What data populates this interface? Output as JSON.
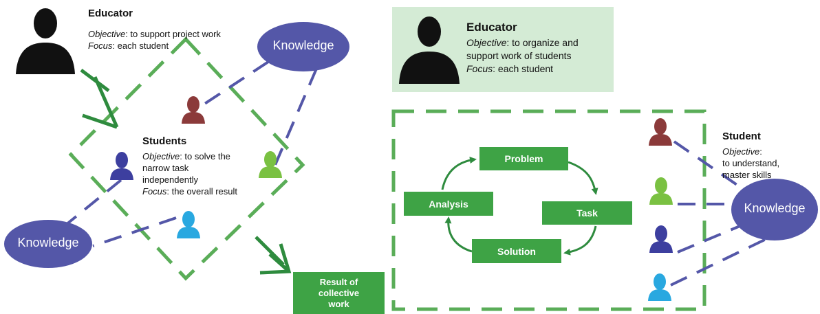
{
  "colors": {
    "green": "#3ea345",
    "dashed_green": "#5aad58",
    "purple": "#5457a8",
    "panel": "#d4ebd5"
  },
  "left": {
    "educator": {
      "title": "Educator",
      "objective_key": "Objective",
      "objective_val": ": to support project work",
      "focus_key": "Focus",
      "focus_val": ": each student"
    },
    "students": {
      "title": "Students",
      "objective_key": "Objective",
      "line1": ": to solve the",
      "line2": "narrow task",
      "line3": "independently",
      "focus_key": "Focus",
      "focus_val": ": the overall result"
    },
    "knowledge_top": "Knowledge",
    "knowledge_bottom": "Knowledge",
    "result": {
      "line1": "Result of",
      "line2": "collective",
      "line3": "work"
    }
  },
  "right": {
    "educator": {
      "title": "Educator",
      "objective_key": "Objective",
      "objective_val": ": to organize and",
      "line2": "support work of students",
      "focus_key": "Focus",
      "focus_val": ": each student"
    },
    "cycle": {
      "problem": "Problem",
      "task": "Task",
      "solution": "Solution",
      "analysis": "Analysis"
    },
    "student": {
      "title": "Student",
      "objective_key": "Objective",
      "objective_val": ":",
      "line2": "to understand,",
      "line3": "master skills"
    },
    "knowledge": "Knowledge"
  }
}
